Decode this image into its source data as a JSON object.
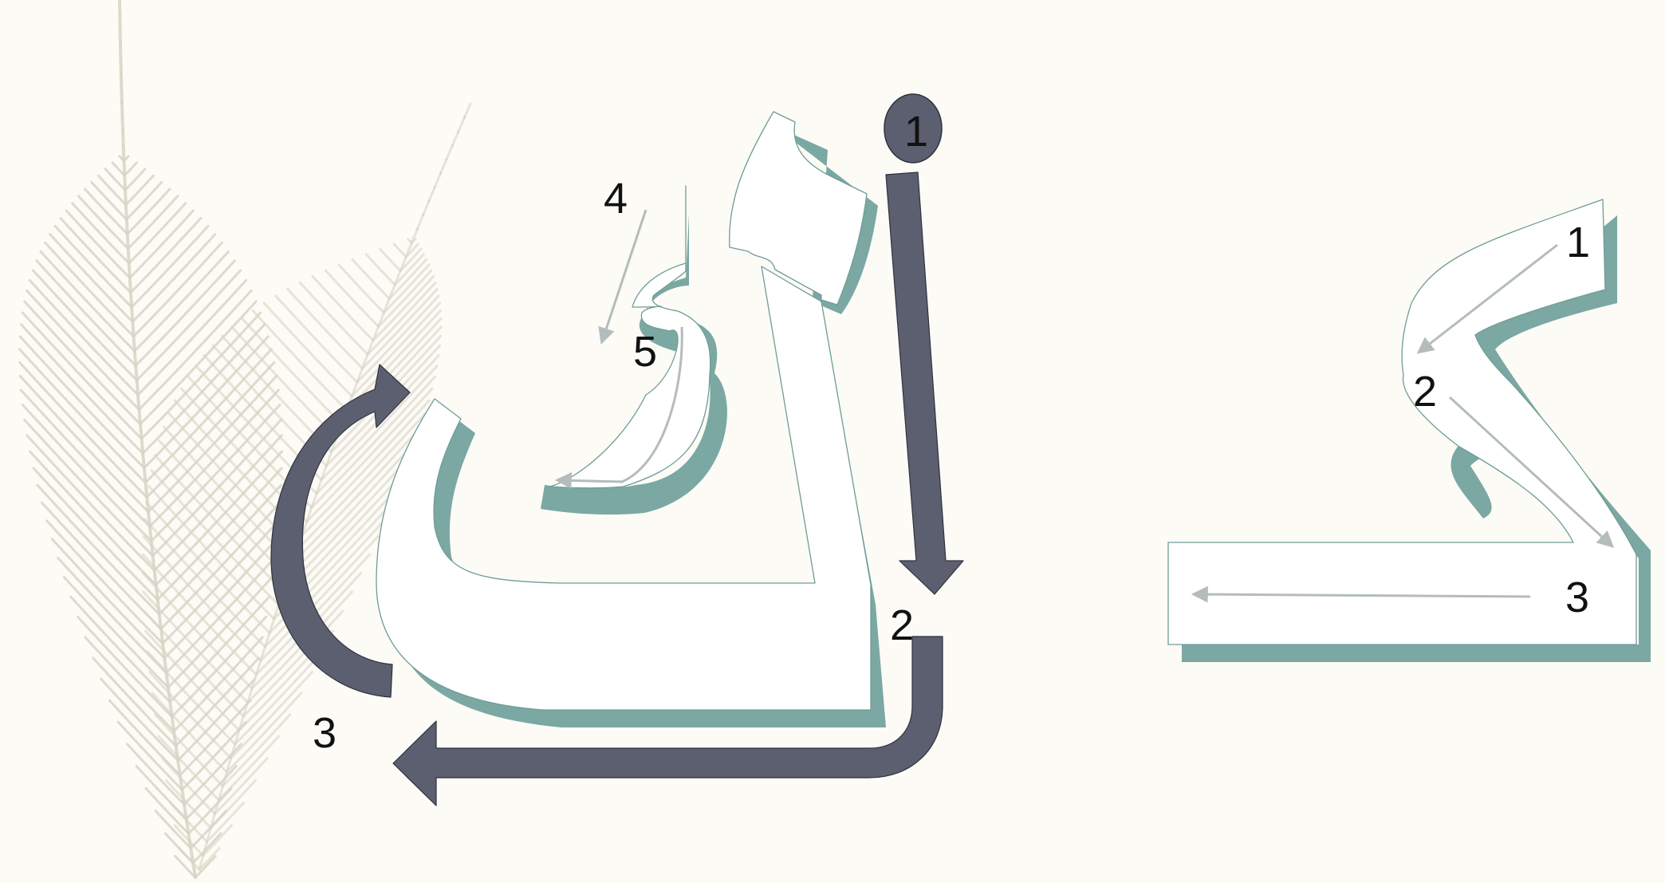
{
  "main_letter": {
    "steps": [
      "1",
      "2",
      "3",
      "4",
      "5"
    ]
  },
  "medial_letter": {
    "steps": [
      "1",
      "2",
      "3"
    ]
  },
  "colors": {
    "background": "#fcfbf6",
    "feather": "#d8d4c4",
    "shadow": "#7ba8a2",
    "arrow": "#5c5f70",
    "thin_arrow": "#b4bcbc",
    "outline": "#6f9c98"
  }
}
